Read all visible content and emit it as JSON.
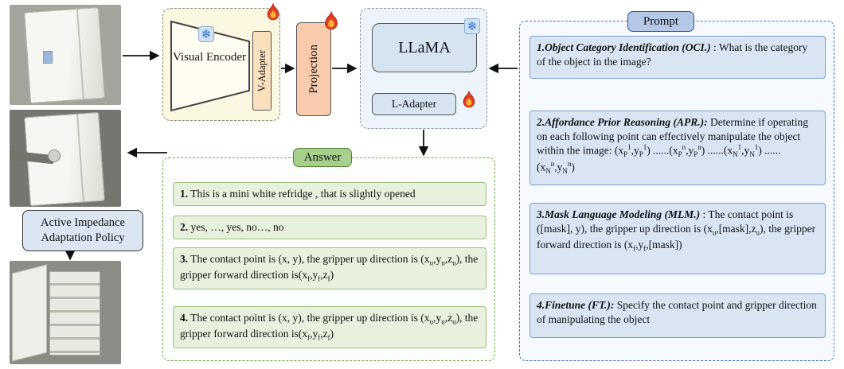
{
  "pipeline": {
    "visual_encoder_label": "Visual Encoder",
    "v_adapter_label": "V-Adapter",
    "projection_label": "Projection",
    "llama_label": "LLaMA",
    "l_adapter_label": "L-Adapter"
  },
  "policy_box": {
    "label": "Active Impedance Adaptation Policy"
  },
  "icons": {
    "snowflake_glyph": "❄",
    "snowflake_meaning": "frozen-weights",
    "flame_meaning": "trainable-weights"
  },
  "answer": {
    "title": "Answer",
    "items": [
      {
        "html": "<b>1.</b> This is a mini white refridge , that is slightly opened"
      },
      {
        "html": "<b>2.</b> yes, …, yes, no…, no"
      },
      {
        "html": "<b>3.</b> The contact point is (x, y), the gripper up direction is (x<sub>u</sub>,y<sub>u</sub>,z<sub>u</sub>), the gripper forward direction is(x<sub>f</sub>,y<sub>f</sub>,z<sub>f</sub>)"
      },
      {
        "html": "<b>4.</b> The contact point is (x, y), the gripper up direction is (x<sub>u</sub>,y<sub>u</sub>,z<sub>u</sub>), the gripper forward direction is(x<sub>f</sub>,y<sub>f</sub>,z<sub>f</sub>)"
      }
    ]
  },
  "prompt": {
    "title": "Prompt",
    "items": [
      {
        "html": "<b><i>1.Object Category Identification (OCI.)</i></b> : What is the category of the object in the image?"
      },
      {
        "html": "<b><i>2.Affordance Prior Reasoning  (APR.):</i></b> Determine if operating on each following point can effectively manipulate the object within the image: (x<sub>P</sub><sup>1</sup>,y<sub>P</sub><sup>1</sup>) ......(x<sub>P</sub><sup>n</sup>,y<sub>P</sub><sup>n</sup>) ......(x<sub>N</sub><sup>1</sup>,y<sub>N</sub><sup>1</sup>) ......(x<sub>N</sub><sup>n</sup>,y<sub>N</sub><sup>n</sup>)"
      },
      {
        "html": "<b><i>3.Mask Language Modeling (MLM.)</i></b> : The contact point is ([mask], y), the gripper up direction is (x<sub>u</sub>,[mask],z<sub>u</sub>), the gripper forward direction is (x<sub>f</sub>,y<sub>f</sub>,[mask])"
      },
      {
        "html": "<b><i>4.Finetune (FT.):</i></b> Specify the contact point and gripper direction of manipulating the object"
      }
    ]
  },
  "colors": {
    "ve_bg": "#fbf7e0",
    "llama_bg": "#edf4fc",
    "adapter_orange": "#f8cbad",
    "answer_green": "#a8d08d",
    "answer_item": "#e7f1de",
    "prompt_blue": "#b4c7e7",
    "prompt_item": "#d9e5f3"
  }
}
